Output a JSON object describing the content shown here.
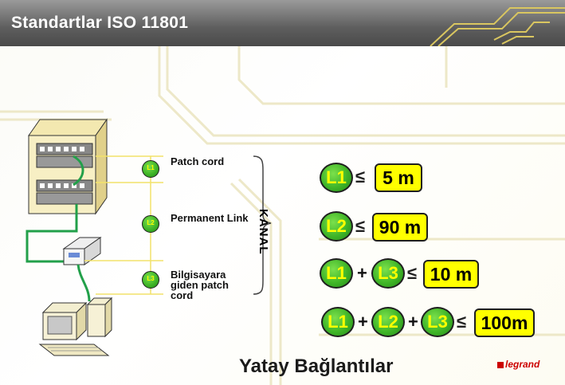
{
  "header": {
    "title": "Standartlar ISO 11801"
  },
  "diagram": {
    "segments": [
      {
        "badge": "L1",
        "label": "Patch cord"
      },
      {
        "badge": "L2",
        "label": "Permanent Link"
      },
      {
        "badge": "L3",
        "label_lines": [
          "Bilgisayara",
          "giden patch",
          "cord"
        ]
      }
    ],
    "channel_label": "KANAL"
  },
  "rules": [
    {
      "terms": [
        "L1"
      ],
      "symbol": "≤",
      "limit": "5 m"
    },
    {
      "terms": [
        "L2"
      ],
      "symbol": "≤",
      "limit": "90 m"
    },
    {
      "terms": [
        "L1",
        "L3"
      ],
      "symbol": "≤",
      "limit": "10 m"
    },
    {
      "terms": [
        "L1",
        "L2",
        "L3"
      ],
      "symbol": "≤",
      "limit": "100m"
    }
  ],
  "plus": "+",
  "footer": {
    "caption": "Yatay Bağlantılar"
  },
  "brand": {
    "name": "legrand"
  },
  "colors": {
    "badge_green": "#3fb528",
    "badge_text": "#ffff00",
    "limit_box": "#ffff00",
    "header_gray": "#5e5e5e",
    "line_yellow": "#f2e26a",
    "cable_green": "#22a04a",
    "brand_red": "#cc0000"
  }
}
